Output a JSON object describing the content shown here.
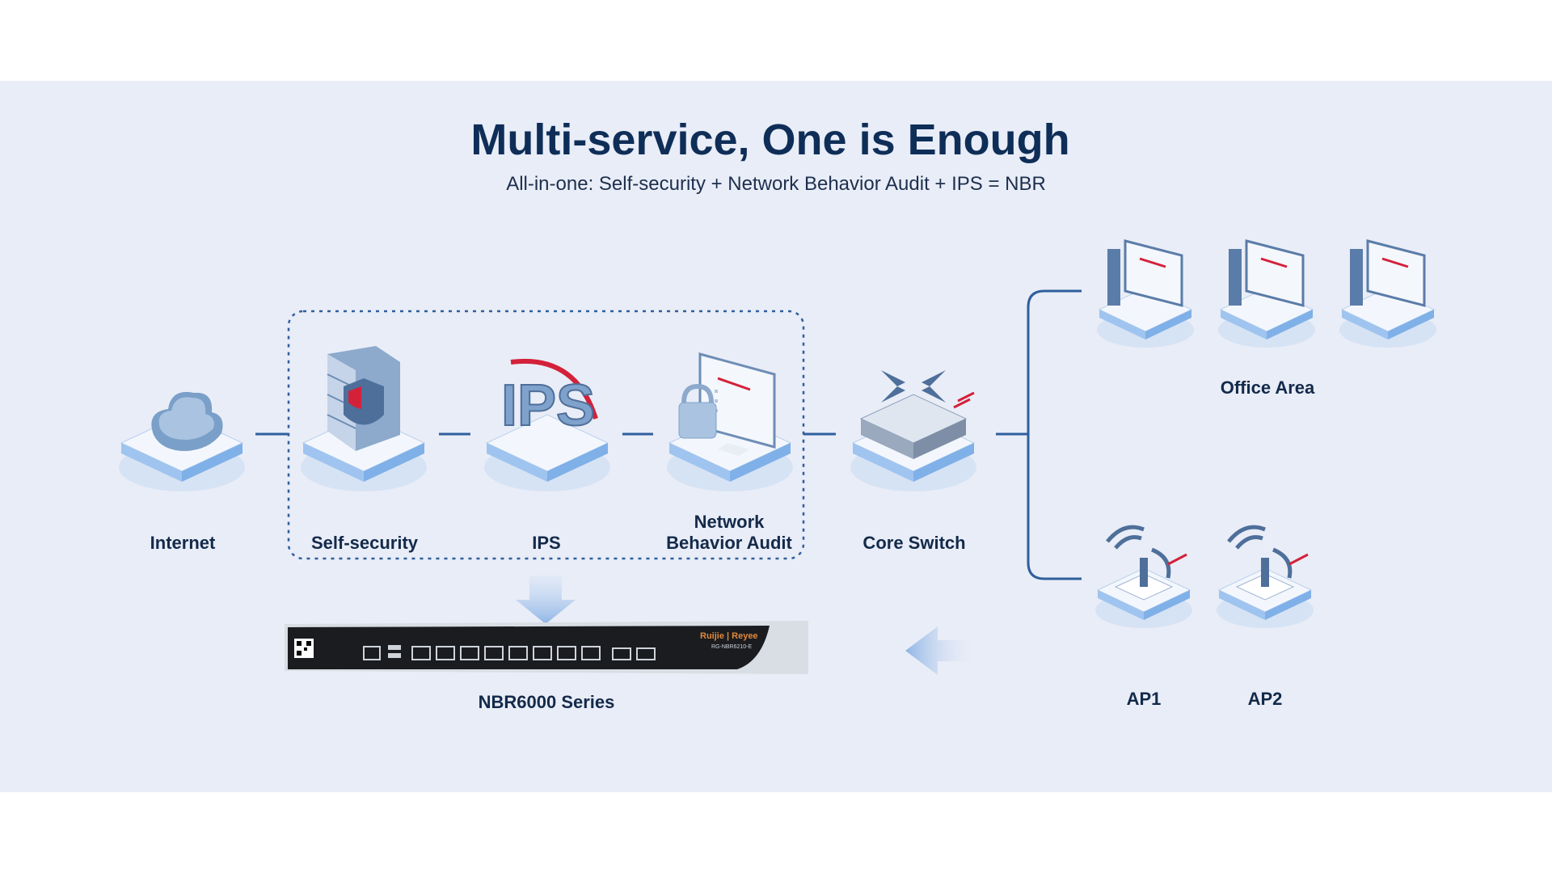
{
  "header": {
    "title": "Multi-service, One is Enough",
    "subtitle": "All-in-one: Self-security + Network Behavior Audit + IPS = NBR"
  },
  "nodes": {
    "internet": "Internet",
    "self_security": "Self-security",
    "ips": "IPS",
    "nba_line1": "Network",
    "nba_line2": "Behavior Audit",
    "core_switch": "Core Switch",
    "office_area": "Office Area",
    "ap1": "AP1",
    "ap2": "AP2"
  },
  "device": {
    "label": "NBR6000 Series",
    "brand": "Ruijie | Reyee",
    "model": "RG-NBR6210-E"
  },
  "icons": {
    "internet": "cloud-icon",
    "self_security": "firewall-shield-icon",
    "ips": "ips-letters-icon",
    "nba": "monitor-lock-icon",
    "core_switch": "network-switch-icon",
    "office": "computer-monitor-icon",
    "ap": "wireless-access-point-icon"
  },
  "colors": {
    "title": "#0e2e58",
    "line": "#2f5f9e",
    "accent": "#d4213a",
    "band": "#e9edf7"
  }
}
